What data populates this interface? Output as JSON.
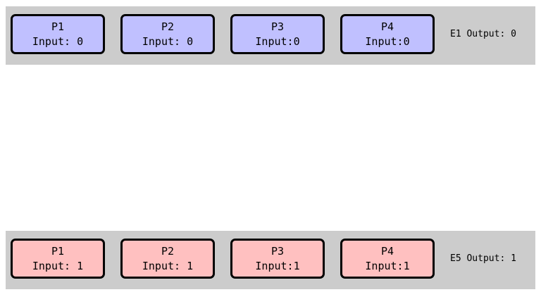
{
  "colors": {
    "row_background": "#cccccc",
    "top_node_fill": "#c0c0ff",
    "bottom_node_fill": "#ffc0c0",
    "node_border": "#000000"
  },
  "top_row": {
    "nodes": [
      {
        "name": "P1",
        "input": "Input: 0"
      },
      {
        "name": "P2",
        "input": "Input: 0"
      },
      {
        "name": "P3",
        "input": "Input:0"
      },
      {
        "name": "P4",
        "input": "Input:0"
      }
    ],
    "output": "E1 Output: 0"
  },
  "bottom_row": {
    "nodes": [
      {
        "name": "P1",
        "input": "Input: 1"
      },
      {
        "name": "P2",
        "input": "Input: 1"
      },
      {
        "name": "P3",
        "input": "Input:1"
      },
      {
        "name": "P4",
        "input": "Input:1"
      }
    ],
    "output": "E5 Output: 1"
  }
}
